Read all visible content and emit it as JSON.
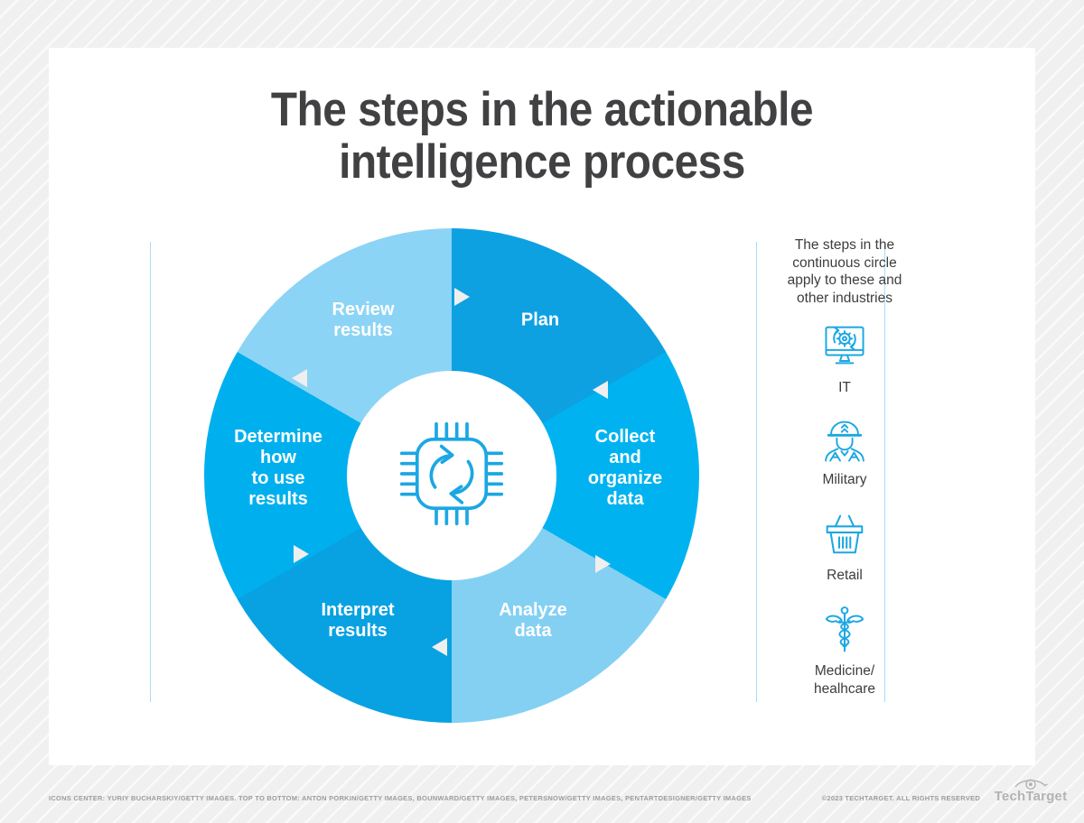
{
  "title": "The steps in the actionable\nintelligence process",
  "wheel": {
    "description": "continuous six-step cycle, clockwise from top",
    "segments": [
      {
        "name": "plan",
        "label": "Plan",
        "color": "#0ea1e2"
      },
      {
        "name": "collect",
        "label": "Collect\nand\norganize\ndata",
        "color": "#00b3f0"
      },
      {
        "name": "analyze",
        "label": "Analyze\ndata",
        "color": "#84d0f3"
      },
      {
        "name": "interpret",
        "label": "Interpret\nresults",
        "color": "#08a2e2"
      },
      {
        "name": "determine",
        "label": "Determine\nhow\nto use\nresults",
        "color": "#00b0ee"
      },
      {
        "name": "review",
        "label": "Review\nresults",
        "color": "#8cd4f5"
      }
    ],
    "center_icon": "processor-sync-icon",
    "arrow_color": "#efefef"
  },
  "sidebar": {
    "intro": "The steps in the\ncontinuous circle\napply to these and\nother industries",
    "industries": [
      {
        "label": "IT",
        "icon": "computer-gear-cycle-icon"
      },
      {
        "label": "Military",
        "icon": "soldier-helmet-icon"
      },
      {
        "label": "Retail",
        "icon": "shopping-basket-icon"
      },
      {
        "label": "Medicine/\nhealhcare",
        "icon": "caduceus-icon"
      }
    ]
  },
  "footer": {
    "credits": "ICONS CENTER: YURIY BUCHARSKIY/GETTY IMAGES. TOP TO BOTTOM: ANTON PORKIN/GETTY IMAGES, BOUNWARD/GETTY IMAGES, PETERSNOW/GETTY IMAGES, PENTARTDESIGNER/GETTY IMAGES",
    "copyright": "©2023 TECHTARGET. ALL RIGHTS RESERVED",
    "brand": "TechTarget",
    "brand_icon": "techtarget-eye-icon"
  },
  "colors": {
    "title_color": "#414042",
    "text_dark": "#3d3d3d",
    "icon_blue": "#1ba7e3",
    "rule_blue": "#a9dcf6",
    "arrow_color": "#efefef",
    "footer_gray": "#9c9c9c",
    "brand_gray": "#b3b3b3",
    "bg_base": "#f0f0f1",
    "bg_stripe": "#fafafa"
  }
}
